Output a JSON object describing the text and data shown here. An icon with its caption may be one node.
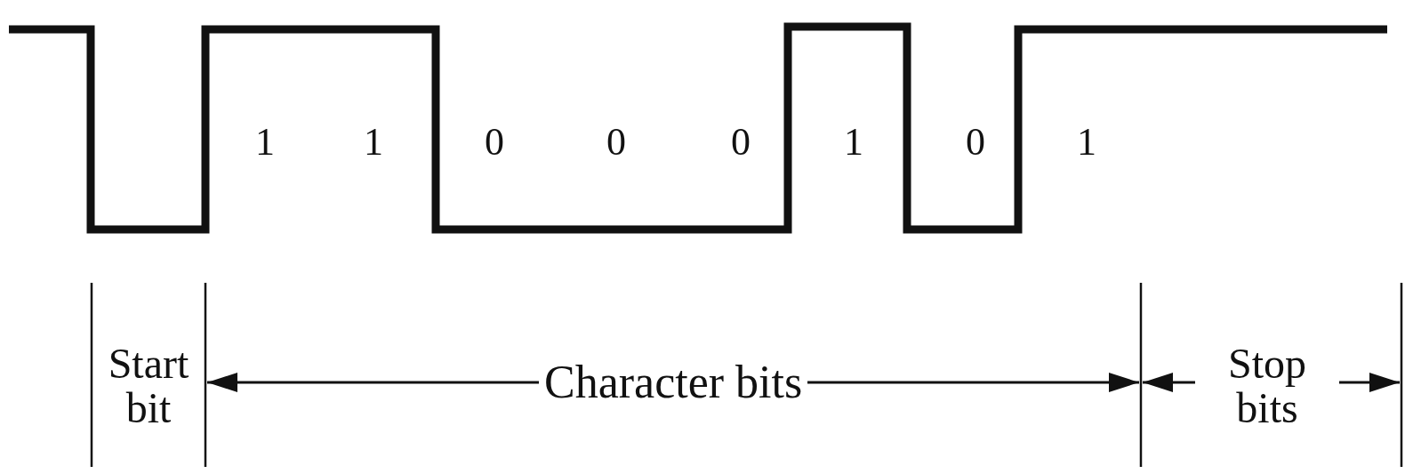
{
  "diagram": {
    "labels": [
      "1",
      "1",
      "0",
      "0",
      "0",
      "1",
      "0",
      "1",
      "Start bit",
      "Character bits",
      "Stop bits"
    ]
  }
}
